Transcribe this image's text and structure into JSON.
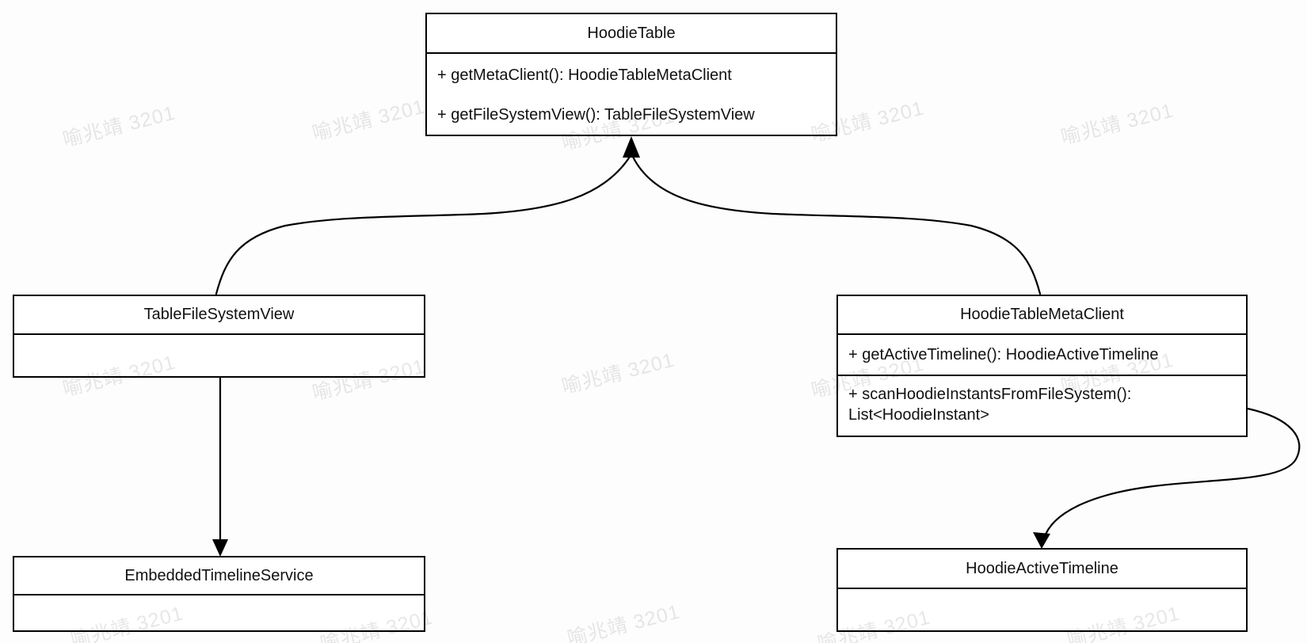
{
  "watermark": {
    "text": "喻兆靖 3201",
    "color": "#e7e7e7"
  },
  "colors": {
    "line": "#000000",
    "text": "#111111",
    "box_fill": "#ffffff",
    "background": "#fdfdfd"
  },
  "classes": {
    "hoodie_table": {
      "title": "HoodieTable",
      "methods": [
        "+ getMetaClient(): HoodieTableMetaClient",
        "+ getFileSystemView(): TableFileSystemView"
      ]
    },
    "table_file_system_view": {
      "title": "TableFileSystemView"
    },
    "hoodie_table_meta_client": {
      "title": "HoodieTableMetaClient",
      "methods": [
        "+ getActiveTimeline(): HoodieActiveTimeline",
        "+ scanHoodieInstantsFromFileSystem(): List<HoodieInstant>"
      ]
    },
    "embedded_timeline_service": {
      "title": "EmbeddedTimelineService"
    },
    "hoodie_active_timeline": {
      "title": "HoodieActiveTimeline"
    }
  },
  "relationships": [
    {
      "from": "TableFileSystemView",
      "to": "HoodieTable",
      "arrow_at": "HoodieTable"
    },
    {
      "from": "HoodieTableMetaClient",
      "to": "HoodieTable",
      "arrow_at": "HoodieTable"
    },
    {
      "from": "TableFileSystemView",
      "to": "EmbeddedTimelineService",
      "arrow_at": "EmbeddedTimelineService"
    },
    {
      "from": "HoodieTableMetaClient",
      "to": "HoodieActiveTimeline",
      "arrow_at": "HoodieActiveTimeline"
    }
  ]
}
